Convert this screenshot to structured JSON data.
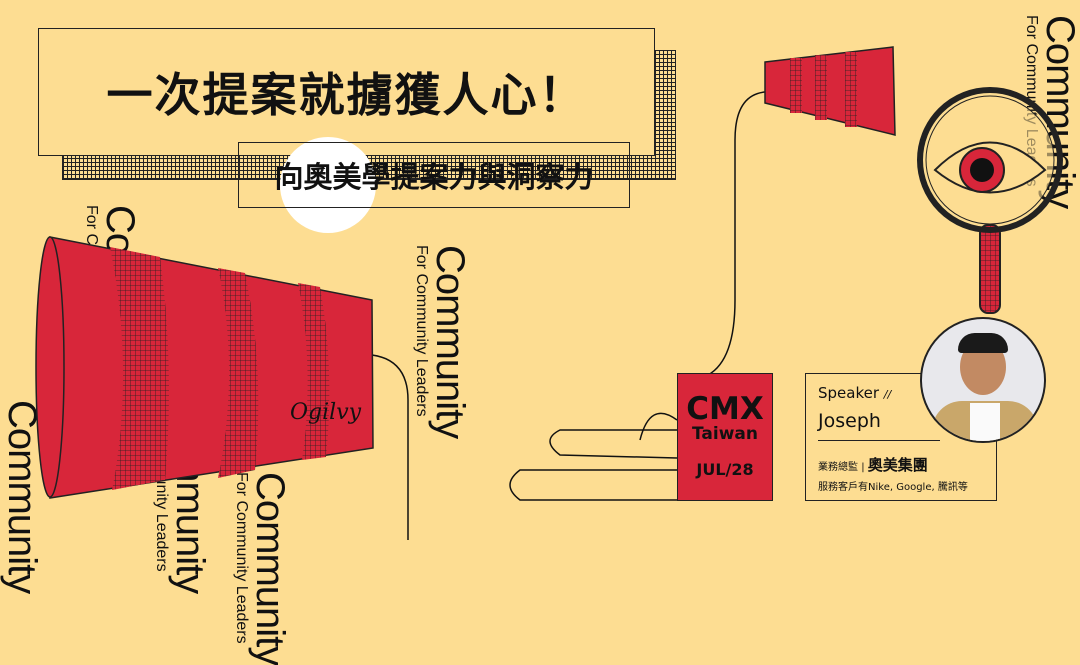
{
  "title": "一次提案就擄獲人心！",
  "subtitle": "向奧美學提案力與洞察力",
  "decor": {
    "word": "Community",
    "tagline": "For Community Leaders",
    "signature": "Ogilvy"
  },
  "event": {
    "name": "CMX",
    "region": "Taiwan",
    "date": "JUL/28"
  },
  "speaker": {
    "label": "Speaker",
    "separator": "//",
    "name": "Joseph",
    "role": "業務總監",
    "divider": "|",
    "company": "奧美集團",
    "clients": "服務客戶有Nike, Google, 騰訊等"
  },
  "colors": {
    "background": "#fddd92",
    "accent_red": "#d8263a",
    "ink": "#111111"
  }
}
